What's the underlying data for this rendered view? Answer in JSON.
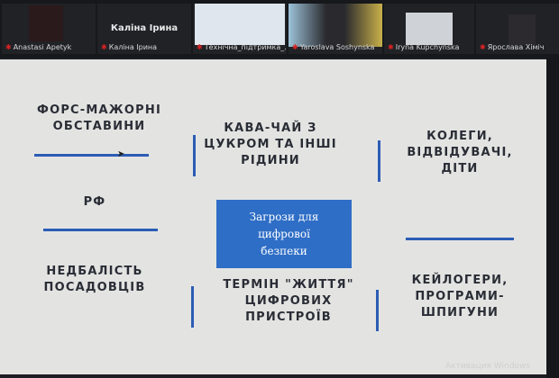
{
  "participants": [
    {
      "name": "Anastasi Apetyk",
      "muted": false
    },
    {
      "name": "Каліна Ірина",
      "display": "Каліна Ірина",
      "muted": true
    },
    {
      "name": "Технічна_підтримка_...",
      "muted": true
    },
    {
      "name": "Yaroslava Soshynska",
      "muted": true
    },
    {
      "name": "Iryna Kupchynska",
      "muted": true
    },
    {
      "name": "Ярослава Хіміч",
      "muted": true
    }
  ],
  "slide": {
    "center": "Загрози для цифрової безпеки",
    "items": [
      "ФОРС-МАЖОРНІ ОБСТАВИНИ",
      "КАВА-ЧАЙ З ЦУКРОМ ТА ІНШІ РІДИНИ",
      "КОЛЕГИ, ВІДВІДУВАЧІ, ДІТИ",
      "РФ",
      "НЕДБАЛІСТЬ ПОСАДОВЦІВ",
      "ТЕРМІН \"ЖИТТЯ\" ЦИФРОВИХ ПРИСТРОЇВ",
      "КЕЙЛОГЕРИ, ПРОГРАМИ-ШПИГУНИ"
    ],
    "accent": "#2f6ec6"
  },
  "watermark": "Активация Windows"
}
